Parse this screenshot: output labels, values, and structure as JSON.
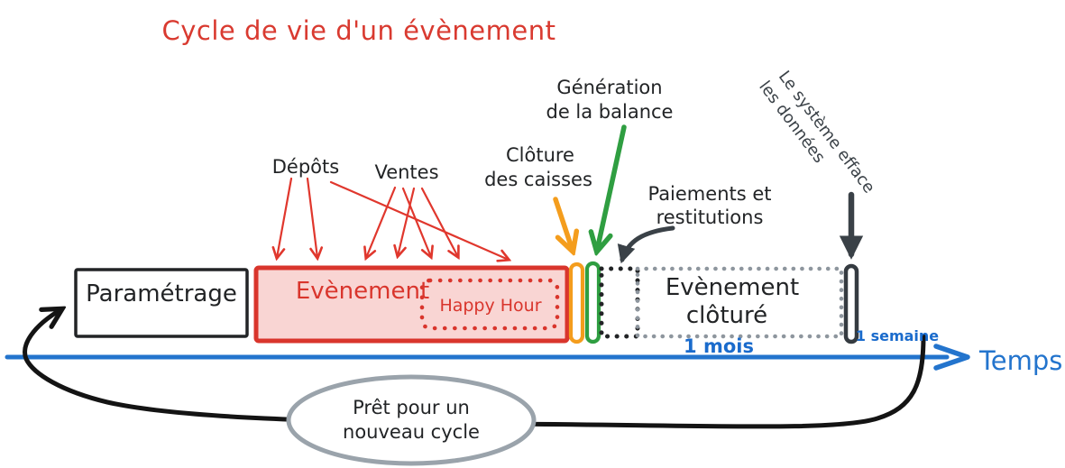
{
  "title": "Cycle de vie d'un évènement",
  "colors": {
    "title_red": "#d93a30",
    "event_border_red": "#d9352c",
    "event_fill_pink": "#f9d5d3",
    "arrow_red": "#e0372d",
    "orange": "#f49d1d",
    "green": "#2f9e41",
    "timeline_blue": "#2374cd",
    "marker_blue": "#1a6bcc",
    "charcoal": "#3a4147",
    "dotted_gray": "#8e969e",
    "ellipse_gray": "#9aa3ab",
    "ink_black": "#222426"
  },
  "timeline": {
    "label": "Temps",
    "month_marker": "1 mois",
    "week_marker": "1 semaine"
  },
  "boxes": {
    "parametrage": "Paramétrage",
    "evenement": "Evènement",
    "happy_hour": "Happy Hour",
    "evenement_cloture": {
      "line1": "Evènement",
      "line2": "clôturé"
    }
  },
  "annotations": {
    "depots": "Dépôts",
    "ventes": "Ventes",
    "cloture_caisses": {
      "line1": "Clôture",
      "line2": "des caisses"
    },
    "generation_balance": {
      "line1": "Génération",
      "line2": "de la balance"
    },
    "paiements_restitutions": {
      "line1": "Paiements et",
      "line2": "restitutions"
    },
    "systeme_efface": {
      "line1": "Le système efface",
      "line2": "les données"
    },
    "pret_nouveau_cycle": {
      "line1": "Prêt pour un",
      "line2": "nouveau cycle"
    }
  }
}
